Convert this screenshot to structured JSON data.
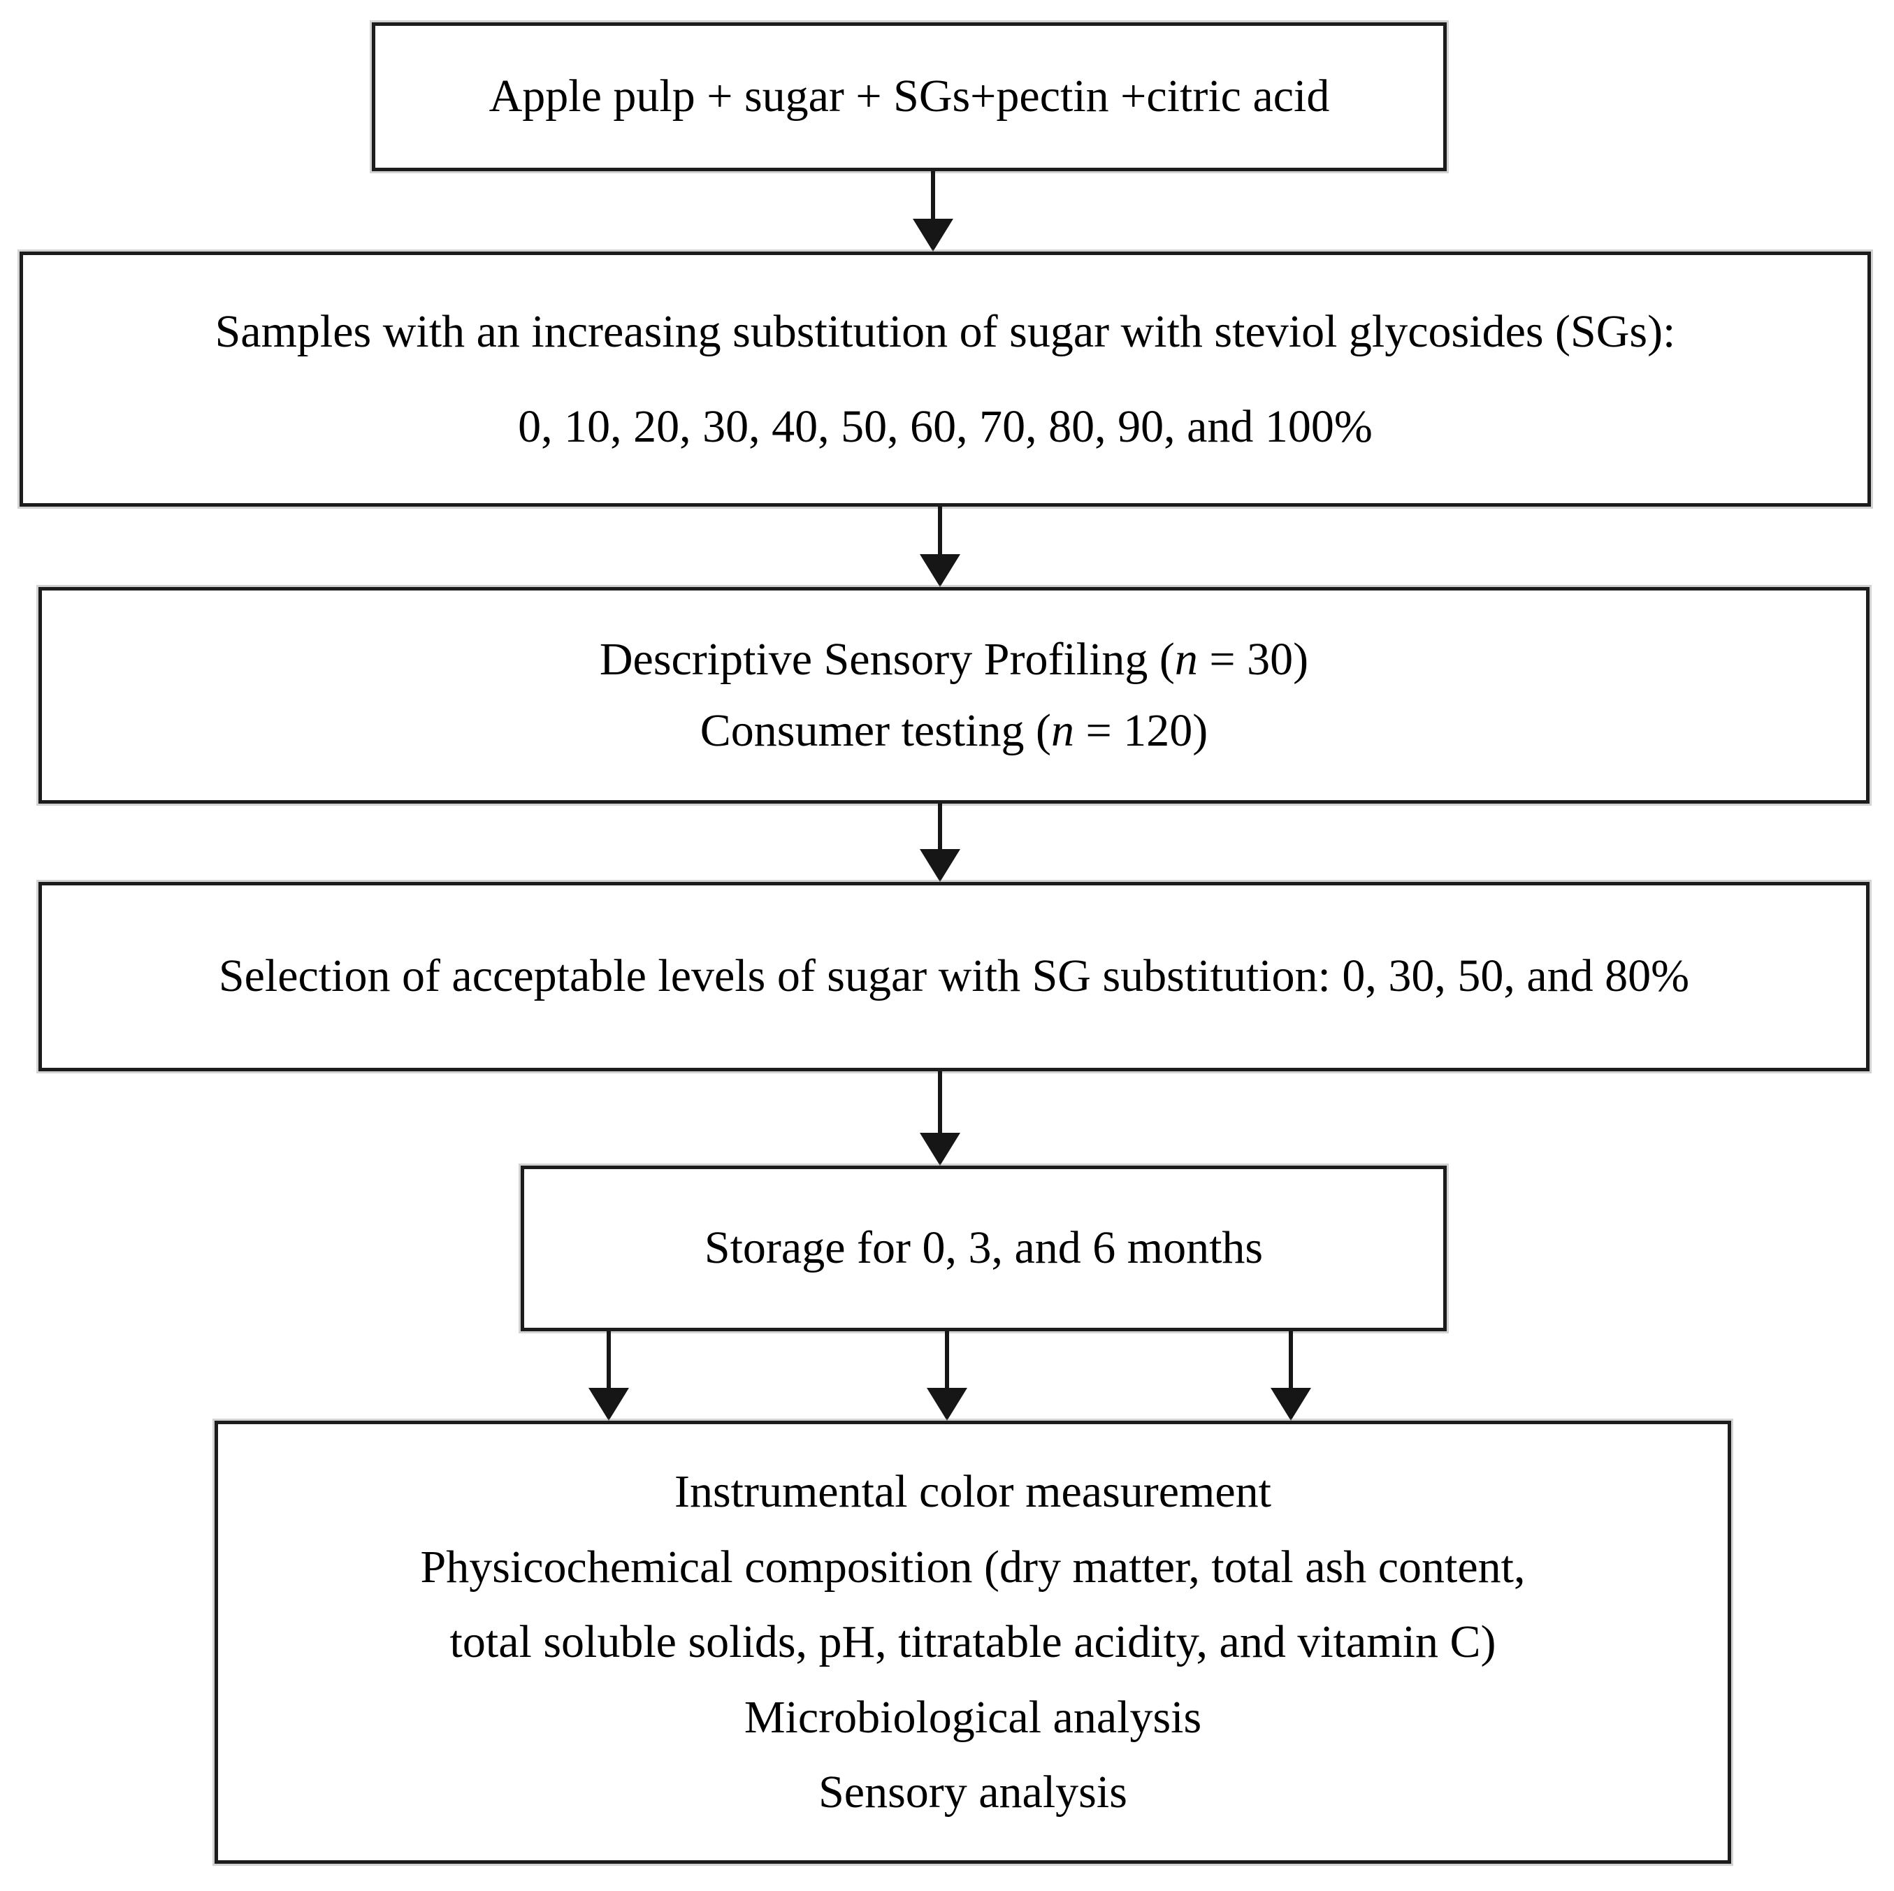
{
  "colors": {
    "background": "#ffffff",
    "box_fill": "#ffffff",
    "box_border": "#1c1c1c",
    "text": "#000000",
    "arrow": "#161616"
  },
  "boxes": {
    "box1": {
      "line1": "Apple pulp + sugar + SGs+pectin +citric acid"
    },
    "box2": {
      "line1": "Samples with an increasing substitution of sugar with steviol glycosides (SGs):",
      "line2": "0, 10, 20, 30, 40, 50, 60, 70, 80, 90, and 100%"
    },
    "box3": {
      "line1_pre": "Descriptive Sensory Profiling (",
      "italic_n": "n",
      "line1_post": " = 30)",
      "line2_pre": "Consumer testing (",
      "line2_post": " = 120)"
    },
    "box4": {
      "line1": "Selection of acceptable levels of sugar with SG substitution: 0, 30, 50, and 80%"
    },
    "box5": {
      "line1": "Storage for 0, 3, and 6 months"
    },
    "box6": {
      "line1": "Instrumental color measurement",
      "line2": "Physicochemical composition (dry matter, total ash content,",
      "line3": "total soluble solids, pH, titratable acidity, and vitamin C)",
      "line4": "Microbiological analysis",
      "line5": "Sensory analysis"
    }
  }
}
